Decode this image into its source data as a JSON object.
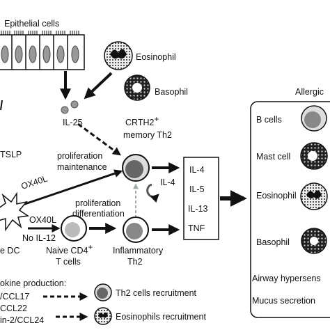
{
  "labels": {
    "epithelial": "Epithelial cells",
    "eosinophil": "Eosinophil",
    "basophil": "Basophil",
    "il25": "IL-25",
    "tslp": "TSLP",
    "crth2_line1": "CRTH2",
    "crth2_sup": "+",
    "crth2_line2": "memory Th2",
    "prolif_maint_1": "proliferation",
    "prolif_maint_2": "maintenance",
    "ox40l_upper": "OX40L",
    "ox40l_lower": "OX40L",
    "no_il12": "No IL-12",
    "prolif_diff_1": "proliferation",
    "prolif_diff_2": "differentiation",
    "il4_loop": "IL-4",
    "naive_1": "Naive CD4",
    "naive_sup": "+",
    "naive_2": "T cells",
    "inflam_1": "Inflammatory",
    "inflam_2": "Th2",
    "dc": "e DC",
    "cytokines": [
      "IL-4",
      "IL-5",
      "IL-13",
      "TNF"
    ],
    "allergic": "Allergic",
    "effector_cells": [
      "B cells",
      "Mast cell",
      "Eosinophil",
      "Basophil"
    ],
    "airway": "Airway hypersens",
    "mucus": "Mucus secretion",
    "chemokine_title": "okine production:",
    "ccl17": "/CCL17",
    "ccl22": "CCL22",
    "ccl24": "in-2/CCL24",
    "th2_recruit": "Th2 cells recruitment",
    "eos_recruit": "Eosinophils recruitment"
  }
}
